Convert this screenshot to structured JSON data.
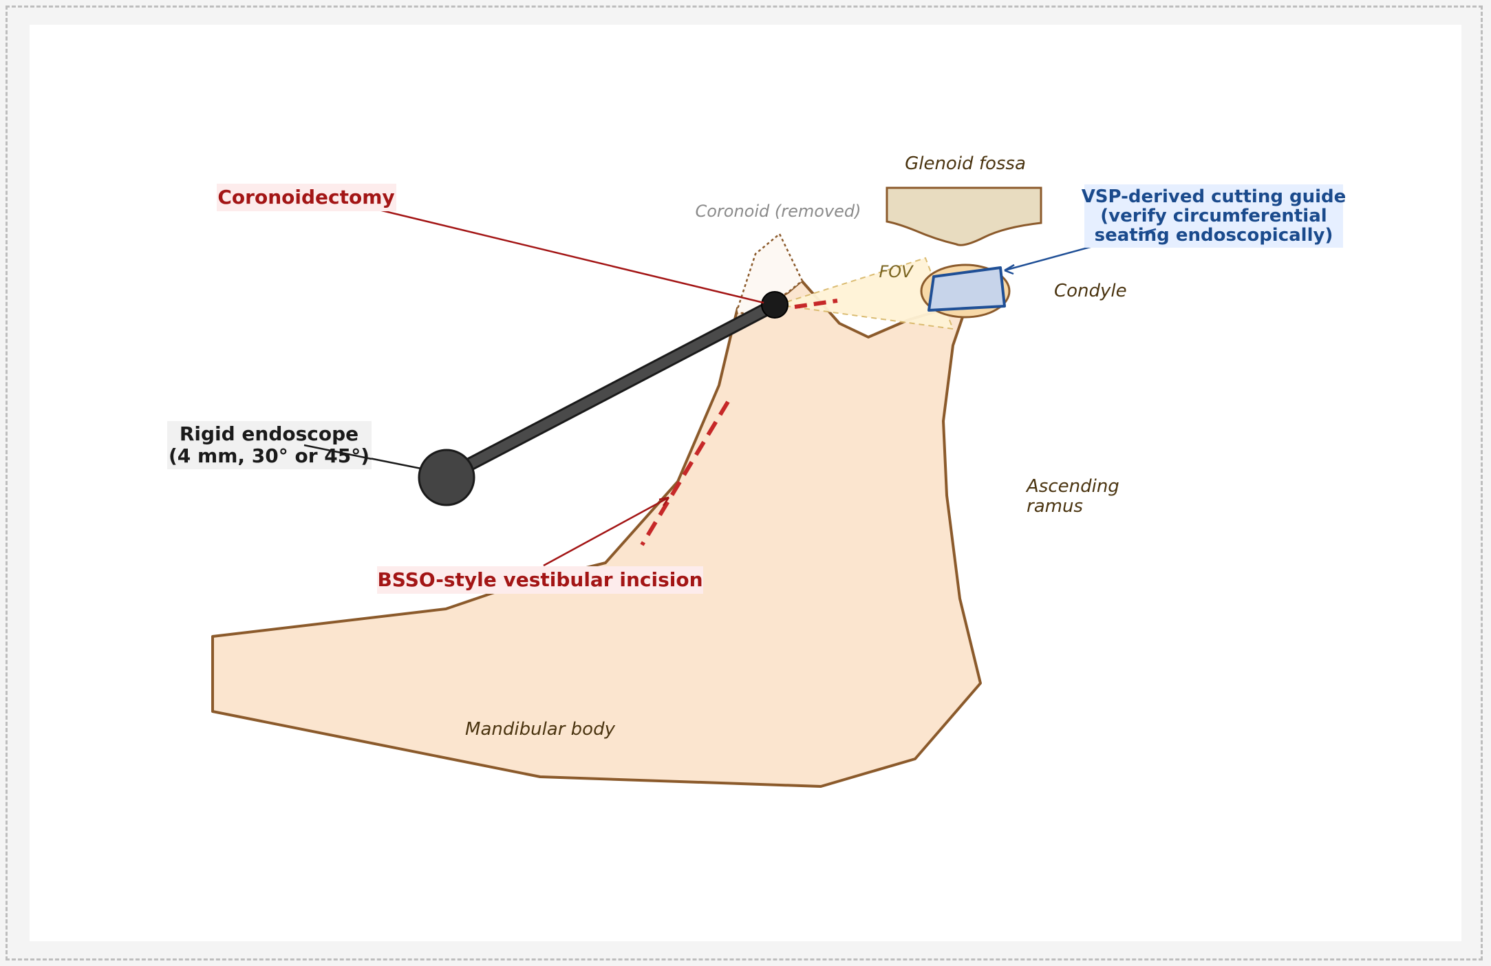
{
  "labels": {
    "glenoid_fossa": "Glenoid fossa",
    "coronoid_removed": "Coronoid (removed)",
    "fov": "FOV",
    "condyle": "Condyle",
    "ascending_ramus_line1": "Ascending",
    "ascending_ramus_line2": "ramus",
    "mandibular_body": "Mandibular body",
    "coronoidectomy": "Coronoidectomy",
    "rigid_endoscope_line1": "Rigid endoscope",
    "rigid_endoscope_line2": "(4 mm, 30° or 45°)",
    "bsso_incision": "BSSO-style vestibular incision",
    "vsp_guide_line1": "VSP-derived cutting guide",
    "vsp_guide_line2": "(verify circumferential",
    "vsp_guide_line3": "seating endoscopically)"
  },
  "colors": {
    "bone_fill": "#fbe5cf",
    "bone_stroke": "#8b5a2b",
    "fossa_fill": "#e8dcc0",
    "fov_fill": "#fff3d6",
    "condyle_fill": "#f8d9a8",
    "guide_fill": "#c7d4ea",
    "guide_stroke": "#1f4f96",
    "endoscope": "#3d3d3d",
    "incision_red": "#c62828",
    "label_red": "#a31515",
    "label_blue": "#1a4a8c",
    "label_bg_pink": "#fdecec",
    "label_bg_gray": "#f1f1f1",
    "label_bg_blue": "#e6efff"
  }
}
